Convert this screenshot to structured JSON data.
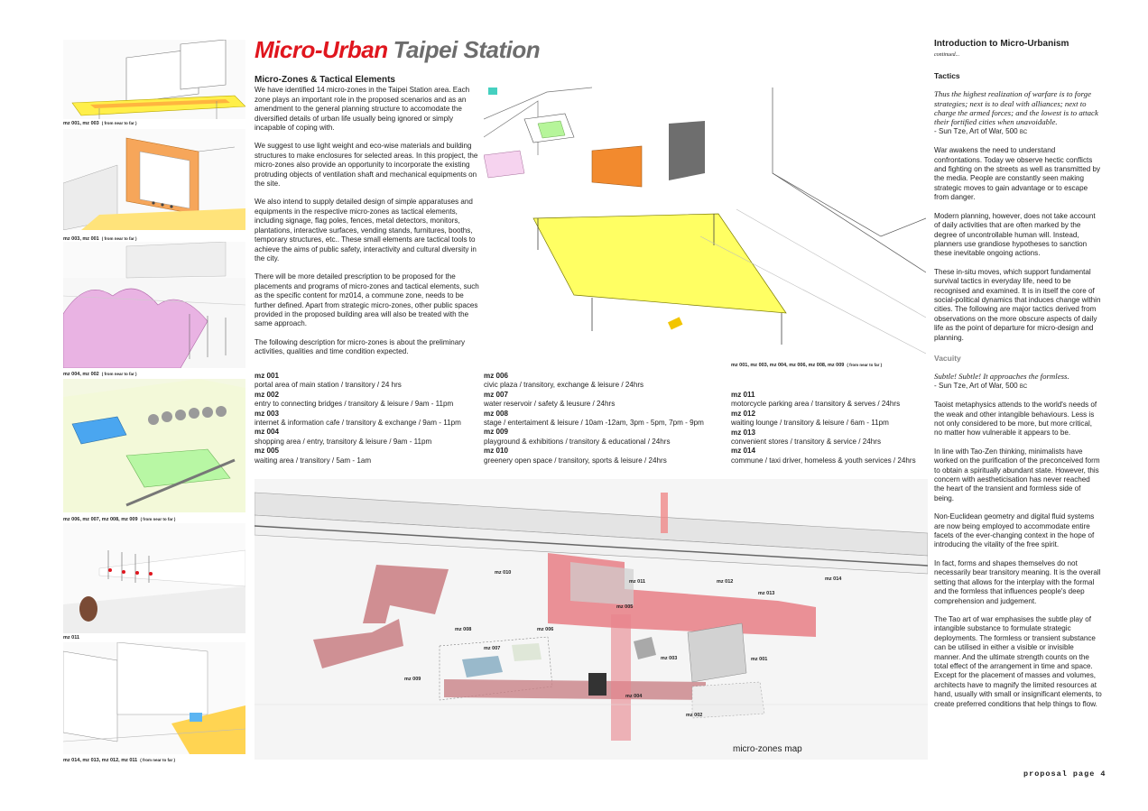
{
  "title": {
    "red": "Micro-Urban",
    "grey": "Taipei Station"
  },
  "thumbnails": [
    {
      "caption": "mz 001, mz 003",
      "note": "( from near to far )"
    },
    {
      "caption": "mz 003, mz 001",
      "note": "( from near to far )"
    },
    {
      "caption": "mz 004, mz 002",
      "note": "( from near to far )"
    },
    {
      "caption": "mz 006, mz 007, mz 008, mz 009",
      "note": "( from near to far )"
    },
    {
      "caption": "mz 011",
      "note": ""
    },
    {
      "caption": "mz 014, mz 013, mz 012, mz 011",
      "note": "( from near to far )"
    }
  ],
  "intro": {
    "heading": "Micro-Zones & Tactical Elements",
    "paragraphs": [
      "We have identified 14 micro-zones in the Taipei Station area. Each zone plays an important role in the proposed scenarios and as an amendment to the general planning structure to accomodate the diversified details of urban life usually being ignored or simply incapable of coping with.",
      "We suggest to use light weight and eco-wise materials and building structures to make enclosures for selected areas.  In this propject, the micro-zones also provide an opportunity to incorporate the existing protruding objects of ventilation shaft and mechanical equipments on the site.",
      "We also intend to supply detailed design of simple apparatuses and equipments in the respective micro-zones as tactical elements, including signage, flag poles, fences, metal detectors, monitors, plantations, interactive surfaces, vending stands, furnitures, booths, temporary structures, etc.. These small elements are tactical tools to achieve the aims of public safety, interactivity and cultural diversity in the city.",
      "There will be more detailed prescription to be proposed for the placements and programs of micro-zones and tactical elements, such as the specific content for mz014, a commune zone, needs to be further defined. Apart from strategic micro-zones, other public spaces provided in the proposed building area will also be treated with the same approach.",
      "The following description for micro-zones is about the preliminary activities, qualities and time condition expected."
    ]
  },
  "hero": {
    "caption": "mz 001, mz 003, mz 004, mz 006, mz 008, mz 009",
    "note": "( from near to far )"
  },
  "zones": {
    "col1": [
      {
        "code": "mz 001",
        "desc": "portal area of main station / transitory / 24 hrs"
      },
      {
        "code": "mz 002",
        "desc": "entry to connecting bridges / transitory & leisure / 9am - 11pm"
      },
      {
        "code": "mz 003",
        "desc": "internet & information cafe / transitory & exchange / 9am - 11pm"
      },
      {
        "code": "mz 004",
        "desc": "shopping area / entry, transitory & leisure / 9am - 11pm"
      },
      {
        "code": "mz 005",
        "desc": "waiting area / transitory / 5am - 1am"
      }
    ],
    "col2": [
      {
        "code": "mz 006",
        "desc": "civic plaza / transitory, exchange & leisure / 24hrs"
      },
      {
        "code": "mz 007",
        "desc": "water reservoir / safety & leusure / 24hrs"
      },
      {
        "code": "mz 008",
        "desc": "stage / entertaiment & leisure / 10am -12am, 3pm - 5pm, 7pm - 9pm"
      },
      {
        "code": "mz 009",
        "desc": "playground & exhibitions / transitory & educational / 24hrs"
      },
      {
        "code": "mz 010",
        "desc": "greenery open space / transitory, sports & leisure / 24hrs"
      }
    ],
    "col3": [
      {
        "code": "mz 011",
        "desc": "motorcycle parking area / transitory & serves / 24hrs"
      },
      {
        "code": "mz 012",
        "desc": "waiting lounge / transitory & leisure / 6am - 11pm"
      },
      {
        "code": "mz 013",
        "desc": "convenient stores / transitory & service / 24hrs"
      },
      {
        "code": "mz 014",
        "desc": "commune / taxi driver, homeless & youth services / 24hrs"
      }
    ]
  },
  "map": {
    "caption": "micro-zones  map",
    "labels": [
      "mz 010",
      "mz 011",
      "mz 012",
      "mz 013",
      "mz 014",
      "mz 005",
      "mz 008",
      "mz 006",
      "mz 007",
      "mz 009",
      "mz 003",
      "mz 001",
      "mz 004",
      "mz 002"
    ]
  },
  "right": {
    "heading": "Introduction to Micro-Urbanism",
    "continued": "continued...",
    "tactics": {
      "heading": "Tactics",
      "quote": "Thus the highest realization of warfare is to forge strategies; next is to deal with alliances; next to charge the armed forces; and the lowest is to attack their fortified cities when unavoidable.",
      "attribution": "- Sun Tze, Art of War, 500",
      "era": "BC",
      "paragraphs": [
        "War awakens the need to understand confrontations. Today we observe hectic conflicts and fighting on the streets as well as transmitted by the media. People are constantly seen making strategic moves to gain advantage or to escape from danger.",
        "Modern planning, however, does not take account of daily activities that are often marked by the degree of uncontrollable human will. Instead, planners use grandiose hypotheses to sanction these inevitable ongoing actions.",
        "These in-situ moves, which support fundamental survival tactics in everyday life, need to be recognised and examined. It is in itself the core of social-political dynamics that induces change within cities. The following are major tactics derived from observations on the more obscure aspects of daily life as the point of departure for micro-design and planning."
      ]
    },
    "vacuity": {
      "heading": "Vacuity",
      "quote": "Subtle! Subtle! It approaches the formless.",
      "attribution": "- Sun Tze, Art of War, 500",
      "era": "BC",
      "paragraphs": [
        "Taoist metaphysics attends to the world's needs of the weak and other intangible behaviours. Less is not only considered to be more, but more critical, no matter how vulnerable it appears to be.",
        "In line with Tao-Zen thinking, minimalists have worked on the purification of the preconceived form to obtain a spiritually abundant state. However, this concern with aestheticisation has never reached the heart of the transient and formless side of being.",
        "Non-Euclidean geometry and digital fluid systems are now being employed to accommodate entire facets of the ever-changing context in the hope of introducing the vitality of the free spirit.",
        "In fact, forms and shapes themselves do not necessarily bear transitory meaning. It is the overall setting that allows for the interplay with the formal and the formless that influences people's deep comprehension and judgement.",
        "The Tao art of war emphasises the subtle play of intangible substance to formulate strategic deployments. The formless or transient substance can be utilised in either a visible or invisible manner. And the ultimate strength counts on the total effect of the arrangement in time and space. Except for the placement of masses and volumes, architects have to magnify the limited resources at hand, usually with small or insignificant elements, to create preferred conditions that help things to flow."
      ]
    }
  },
  "page_no": "proposal page 4"
}
